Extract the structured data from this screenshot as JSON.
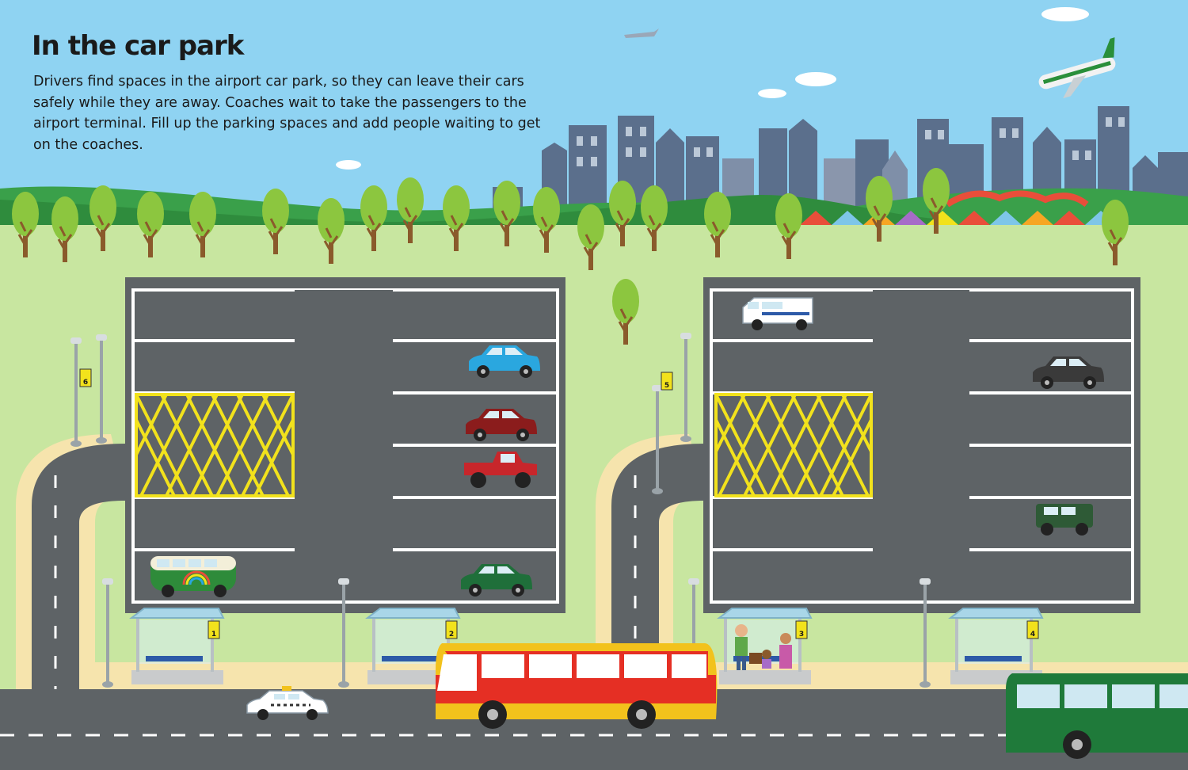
{
  "page": {
    "title": "In the car park",
    "body": "Drivers find spaces in the airport car park, so they can leave their cars safely while they are away. Coaches wait to take the passengers to the airport terminal. Fill up the parking spaces and add people waiting to get on the coaches."
  },
  "bus_stops": [
    {
      "number": "1"
    },
    {
      "number": "2"
    },
    {
      "number": "3"
    },
    {
      "number": "4"
    },
    {
      "number": "5"
    },
    {
      "number": "6"
    }
  ],
  "colors": {
    "sky": "#8fd3f2",
    "grass": "#c8e6a0",
    "hill": "#3aa04a",
    "asphalt": "#5e6366",
    "pavement": "#f6e4ad",
    "box_junction": "#f2e21c",
    "building": "#5b6f8c",
    "tree_leaves": "#8cc63f",
    "tree_trunk": "#8a5a2b"
  },
  "vehicles": [
    {
      "kind": "campervan",
      "color": "#2e8b3a"
    },
    {
      "kind": "car",
      "color": "#2aa7df"
    },
    {
      "kind": "car",
      "color": "#8b1c1c"
    },
    {
      "kind": "pickup-truck",
      "color": "#c8262b"
    },
    {
      "kind": "car",
      "color": "#1f6f3a"
    },
    {
      "kind": "van",
      "color": "#ffffff"
    },
    {
      "kind": "car",
      "color": "#3a3a3a"
    },
    {
      "kind": "4x4",
      "color": "#2e5a36"
    },
    {
      "kind": "taxi",
      "color": "#ffffff"
    },
    {
      "kind": "coach",
      "color": "#f2c21c"
    },
    {
      "kind": "coach",
      "color": "#1f7a3a"
    }
  ]
}
